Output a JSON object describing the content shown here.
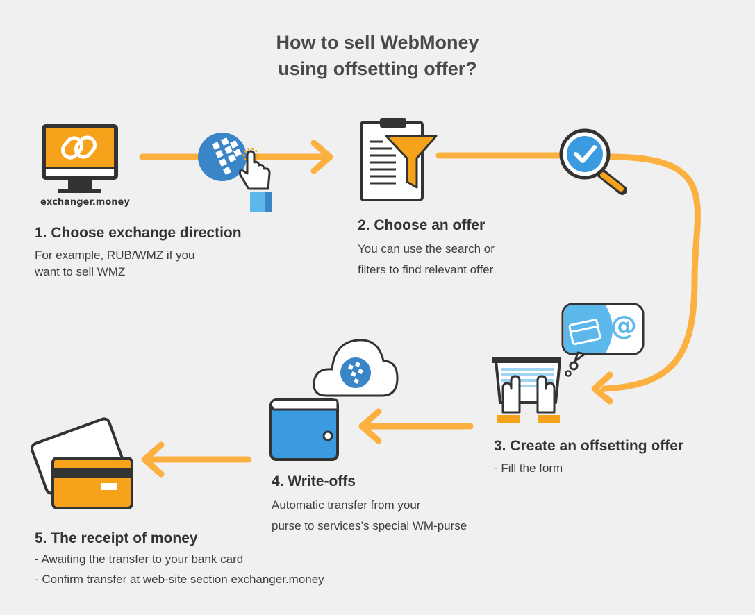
{
  "title": {
    "line1": "How to sell WebMoney",
    "line2": "using offsetting offer?"
  },
  "brand_label": "exchanger.money",
  "steps": [
    {
      "heading": "1. Choose exchange direction",
      "lines": [
        "For example, RUB/WMZ if you",
        "want to sell WMZ"
      ]
    },
    {
      "heading": "2. Choose an offer",
      "lines": [
        "You can use the search or",
        "filters to find relevant offer"
      ]
    },
    {
      "heading": "3. Create an offsetting offer",
      "lines": [
        "- Fill the form"
      ]
    },
    {
      "heading": "4. Write-offs",
      "lines": [
        "Automatic transfer from your",
        "purse to services’s special WM-purse"
      ]
    },
    {
      "heading": "5. The receipt of money",
      "lines": [
        "- Awaiting the transfer to your bank card",
        "- Confirm transfer at web-site section exchanger.money"
      ]
    }
  ],
  "icons": [
    "monitor-icon",
    "webmoney-globe-icon",
    "pointer-hand-icon",
    "clipboard-icon",
    "funnel-icon",
    "magnifier-check-icon",
    "chat-bubble-card-icon",
    "at-sign-icon",
    "laptop-typing-icon",
    "cloud-icon",
    "wallet-icon",
    "bank-card-icon"
  ],
  "colors": {
    "background": "#f0f0f1",
    "arrow": "#fbb040",
    "accent_orange": "#f7a21b",
    "accent_blue": "#5cb8ea",
    "dark_outline": "#333333"
  }
}
